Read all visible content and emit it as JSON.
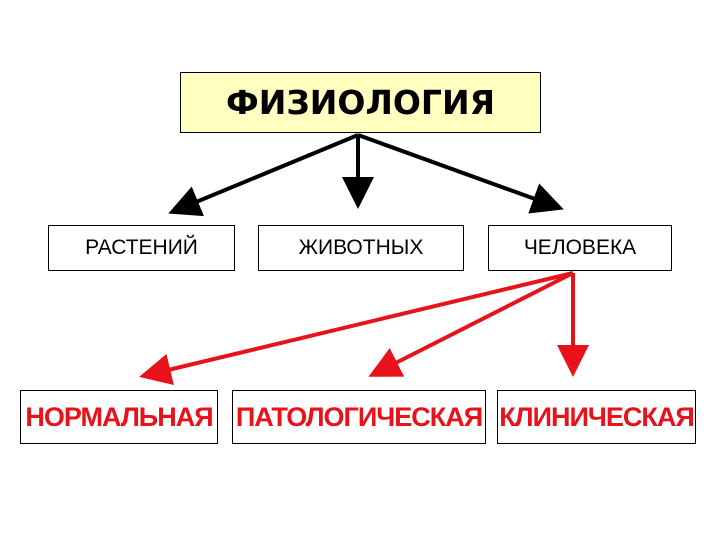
{
  "root": {
    "label": "ФИЗИОЛОГИЯ",
    "fill": "#ffffc0"
  },
  "branches": [
    {
      "label": "РАСТЕНИЙ"
    },
    {
      "label": "ЖИВОТНЫХ"
    },
    {
      "label": "ЧЕЛОВЕКА"
    }
  ],
  "human_branches": [
    {
      "label": "НОРМАЛЬНАЯ"
    },
    {
      "label": "ПАТОЛОГИЧЕСКАЯ"
    },
    {
      "label": "КЛИНИЧЕСКАЯ"
    }
  ],
  "colors": {
    "primary_arrow": "#000000",
    "secondary_arrow": "#e8121a",
    "secondary_text": "#e8121a"
  }
}
